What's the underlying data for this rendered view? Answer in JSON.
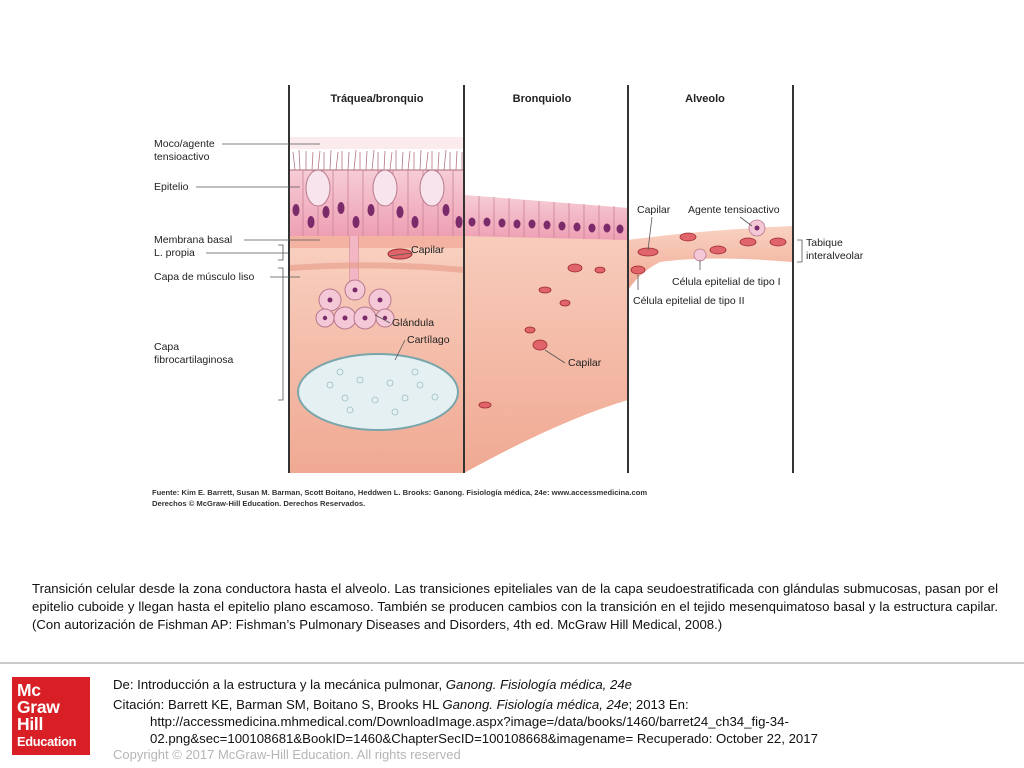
{
  "figure": {
    "columns": [
      "Tráquea/bronquio",
      "Bronquiolo",
      "Alveolo"
    ],
    "left_labels": {
      "moco": [
        "Moco/agente",
        "tensioactivo"
      ],
      "epitelio": "Epitelio",
      "membrana": "Membrana basal",
      "lpropia": "L. propia",
      "musculo": "Capa de músculo liso",
      "fibro": [
        "Capa",
        "fibrocartilaginosa"
      ]
    },
    "inner_labels": {
      "capilar_1": "Capilar",
      "glandula": "Glándula",
      "cartilago": "Cartílago",
      "capilar_2": "Capilar",
      "capilar_3": "Capilar",
      "agente": "Agente tensioactivo",
      "celula_1": "Célula epitelial de tipo I",
      "celula_2": "Célula epitelial de tipo II"
    },
    "right_labels": {
      "tabique": [
        "Tabique",
        "interalveolar"
      ]
    },
    "source_lines": [
      "Fuente: Kim E. Barrett, Susan M. Barman, Scott Boitano, Heddwen L. Brooks: Ganong. Fisiología médica, 24e: www.accessmedicina.com",
      "Derechos © McGraw-Hill Education. Derechos Reservados."
    ]
  },
  "caption": "Transición celular desde la zona conductora hasta el alveolo. Las transiciones epiteliales van de la capa seudoestratificada con glándulas submucosas, pasan por el epitelio cuboide y llegan hasta el epitelio plano escamoso. También se producen cambios con la transición en el tejido mesenquimatoso basal y la estructura capilar. (Con autorización de Fishman AP: Fishman’s Pulmonary Diseases and Disorders, 4th ed. McGraw Hill Medical, 2008.)",
  "footer": {
    "logo": [
      "Mc",
      "Graw",
      "Hill",
      "Education"
    ],
    "de_prefix": "De: Introducción a la estructura y la mecánica pulmonar, ",
    "de_book": "Ganong. Fisiología médica, 24e",
    "citation_prefix": "Citación: Barrett KE, Barman SM, Boitano S, Brooks HL  ",
    "citation_book": "Ganong. Fisiología médica, 24e",
    "citation_suffix": "; 2013 En:",
    "url_line_1": "http://accessmedicina.mhmedical.com/DownloadImage.aspx?image=/data/books/1460/barret24_ch34_fig-34-",
    "url_line_2": "02.png&sec=100108681&BookID=1460&ChapterSecID=100108668&imagename= Recuperado: October 22, 2017",
    "copyright": "Copyright © 2017 McGraw-Hill Education. All rights reserved"
  },
  "colors": {
    "tissue": "#f6c6b4",
    "tissue_dark": "#ef9f88",
    "epithelium": "#f3b8c6",
    "nucleus": "#7b2a6a",
    "capillary": "#c8383a",
    "cartilage": "#e4f0f1",
    "logo_red": "#d81f26"
  }
}
